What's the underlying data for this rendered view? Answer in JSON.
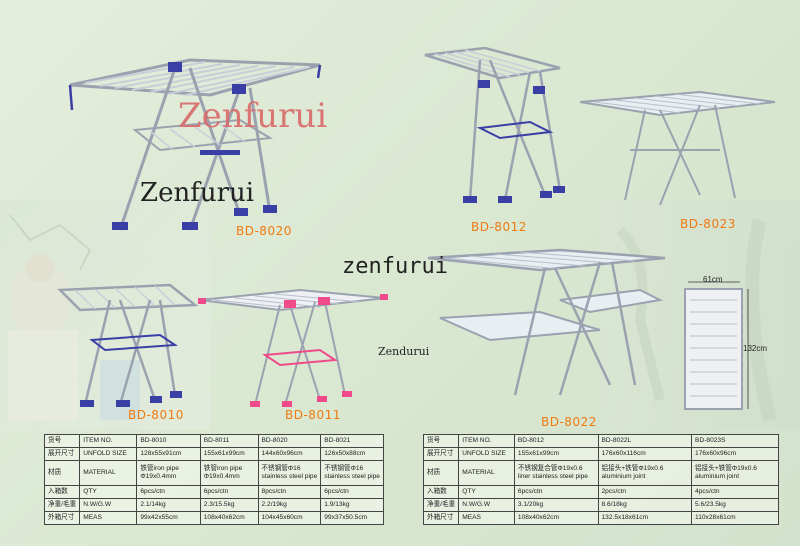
{
  "watermarks": {
    "large": "Zenfurui",
    "secondary": "Zenfurui",
    "center": "zenfurui",
    "small": "Zendurui"
  },
  "models": {
    "bd8020": "BD-8020",
    "bd8012": "BD-8012",
    "bd8023": "BD-8023",
    "bd8010": "BD-8010",
    "bd8011": "BD-8011",
    "bd8022": "BD-8022"
  },
  "dimensions": {
    "width": "61cm",
    "height": "132cm"
  },
  "colors": {
    "accent_orange": "#f07a10",
    "frame_blue": "#3a3fa6",
    "frame_pink": "#f04a8a",
    "steel": "#9aa2b0"
  },
  "table_left": {
    "header": [
      "货号",
      "ITEM NO.",
      "BD-8010",
      "BD-8011",
      "BD-8020",
      "BD-8021"
    ],
    "rows": [
      {
        "cn": "展开尺寸",
        "en": "UNFOLD SIZE",
        "values": [
          "128x55x91cm",
          "155x61x99cm",
          "144x60x96cm",
          "126x50x88cm"
        ]
      },
      {
        "cn": "材质",
        "en": "MATERIAL",
        "values": [
          [
            "铁管iron pipe",
            "Φ19x0.4mm"
          ],
          [
            "铁管iron pipe",
            "Φ19x0.4mm"
          ],
          [
            "不锈钢管Φ16",
            "stainless steel pipe"
          ],
          [
            "不锈钢管Φ16",
            "stainless steel pipe"
          ]
        ]
      },
      {
        "cn": "入箱数",
        "en": "QTY",
        "values": [
          "6pcs/ctn",
          "6pcs/ctn",
          "8pcs/ctn",
          "6pcs/ctn"
        ]
      },
      {
        "cn": "净重/毛重",
        "en": "N.W/G.W",
        "values": [
          "2.1/14kg",
          "2.3/15.5kg",
          "2.2/19kg",
          "1.9/13kg"
        ]
      },
      {
        "cn": "外箱尺寸",
        "en": "MEAS",
        "values": [
          "99x42x55cm",
          "108x40x62cm",
          "104x45x60cm",
          "99x37x50.5cm"
        ]
      }
    ]
  },
  "table_right": {
    "header": [
      "货号",
      "ITEM NO.",
      "BD-8012",
      "BD-8022L",
      "BD-8023S"
    ],
    "rows": [
      {
        "cn": "展开尺寸",
        "en": "UNFOLD SIZE",
        "values": [
          "155x61x99cm",
          "176x60x116cm",
          "176x60x96cm"
        ]
      },
      {
        "cn": "材质",
        "en": "MATERIAL",
        "values": [
          [
            "不锈钢复合管Φ19x0.6",
            "liner stainless steel pipe"
          ],
          [
            "铝接头+铁管Φ19x0.6",
            "aluminium joint"
          ],
          [
            "铝接头+铁管Φ19x0.6",
            "aluminium joint"
          ]
        ]
      },
      {
        "cn": "入箱数",
        "en": "QTY",
        "values": [
          "6pcs/ctn",
          "2pcs/ctn",
          "4pcs/ctn"
        ]
      },
      {
        "cn": "净重/毛重",
        "en": "N.W/G.W",
        "values": [
          "3.1/20kg",
          "8.6/18kg",
          "5.6/23.5kg"
        ]
      },
      {
        "cn": "外箱尺寸",
        "en": "MEAS",
        "values": [
          "108x40x62cm",
          "132.5x18x61cm",
          "110x28x61cm"
        ]
      }
    ]
  }
}
